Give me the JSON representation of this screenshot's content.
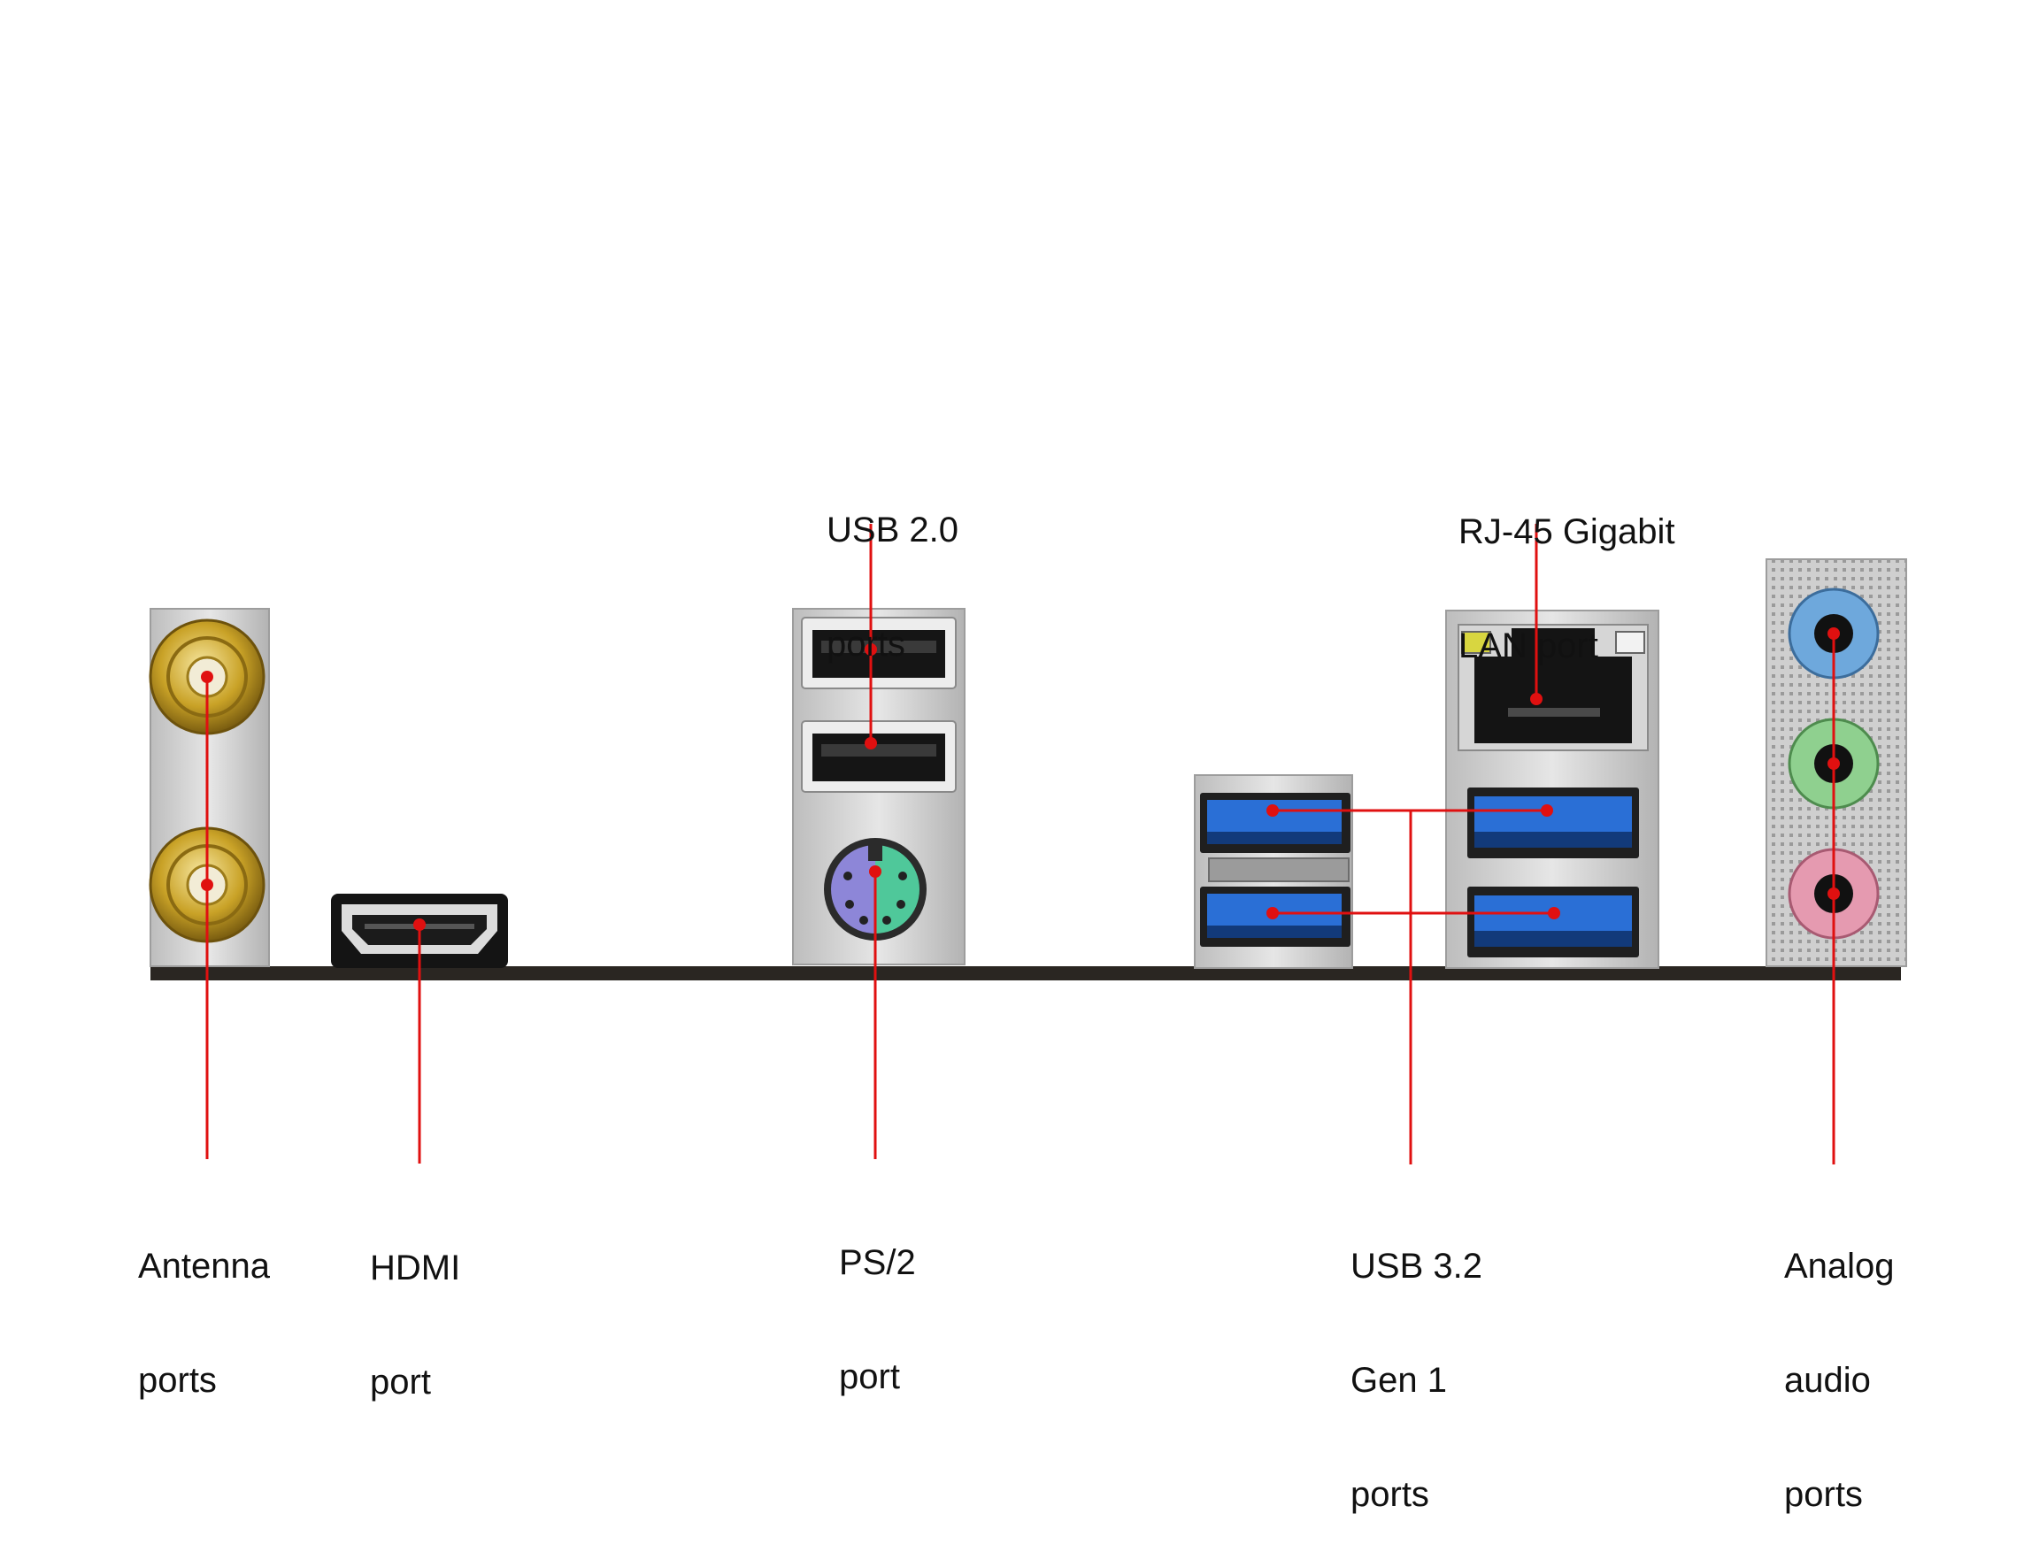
{
  "colors": {
    "leader": "#e01010",
    "shield": "#c9c9c9",
    "board": "#2a2622",
    "gold": "#c9a227",
    "usb3_blue": "#2a6fd6",
    "audio_blue": "#6ea8dc",
    "audio_green": "#8fd08f",
    "audio_pink": "#e59ab0",
    "ps2_purple": "#8d86d8",
    "ps2_green": "#4fc89a"
  },
  "labels": {
    "usb20": [
      "USB 2.0",
      "ports"
    ],
    "rj45": [
      "RJ-45 Gigabit",
      "LAN port"
    ],
    "antenna": [
      "Antenna",
      "ports"
    ],
    "hdmi": [
      "HDMI",
      "port"
    ],
    "ps2": [
      "PS/2",
      "port"
    ],
    "usb32": [
      "USB 3.2",
      "Gen 1",
      "ports"
    ],
    "audio": [
      "Analog",
      "audio",
      "ports"
    ]
  }
}
